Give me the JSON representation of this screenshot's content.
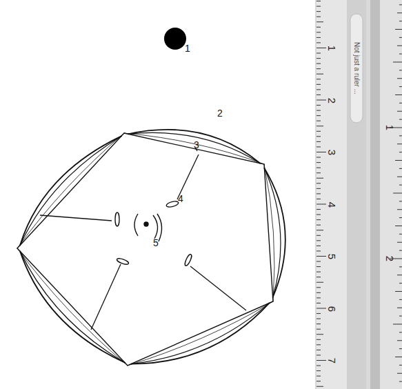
{
  "diagram": {
    "labels": [
      "1",
      "2",
      "3",
      "4",
      "5",
      "1",
      "2",
      "3",
      "4",
      "5",
      "6",
      "7",
      "1",
      "2",
      "Not just a ruler ..."
    ]
  }
}
